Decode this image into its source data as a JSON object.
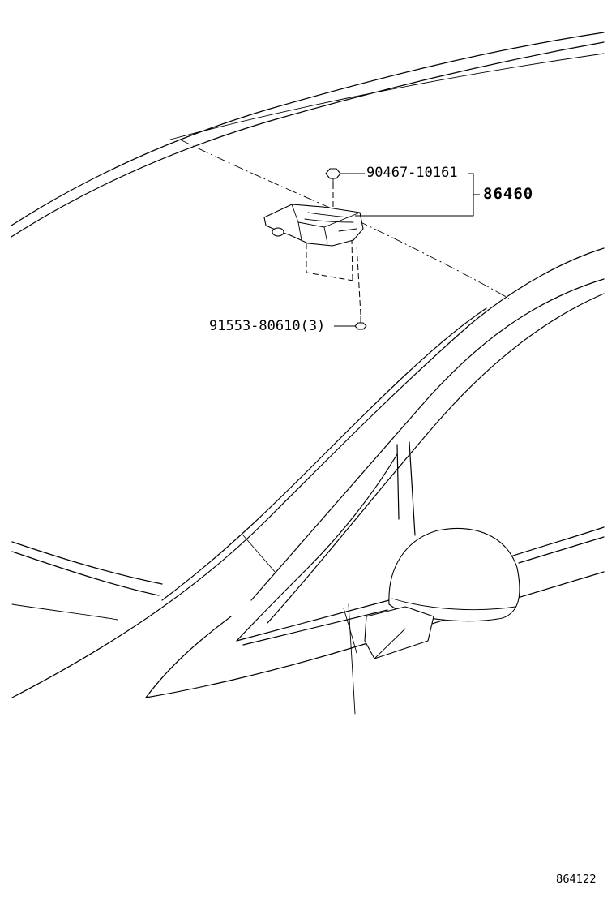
{
  "callouts": {
    "clip_part_no": "90467-10161",
    "assembly_part_no": "86460",
    "screw_part_no": "91553-80610(3)"
  },
  "illustration_id": "864122"
}
